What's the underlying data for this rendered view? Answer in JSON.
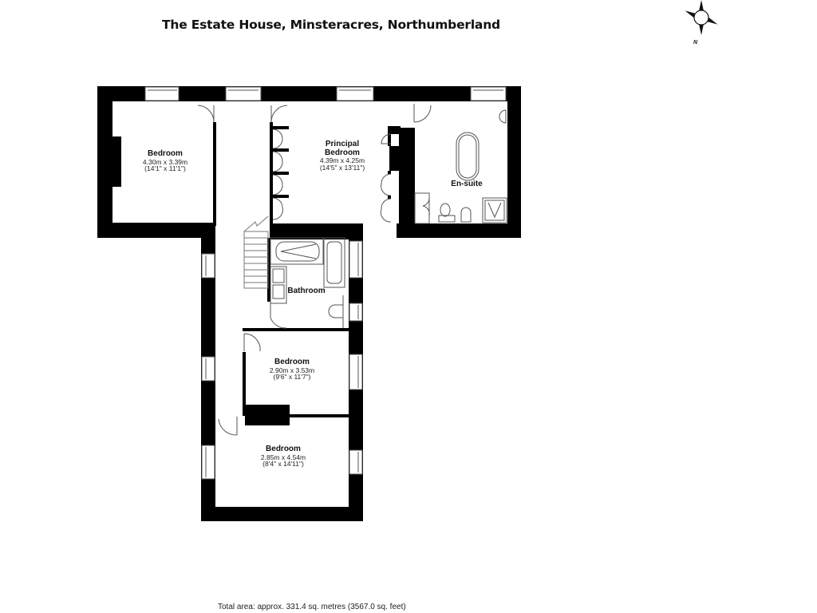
{
  "header": {
    "title": "The Estate House, Minsteracres, Northumberland"
  },
  "compass": {
    "icon": "compass-rose-icon",
    "north_label": "N"
  },
  "rooms": [
    {
      "id": "bedroom-1",
      "name": "Bedroom",
      "metric": "4.30m x 3.39m",
      "imperial": "(14'1\" x 11'1\")"
    },
    {
      "id": "principal-bedroom",
      "name": "Principal",
      "name2": "Bedroom",
      "metric": "4.39m x 4.25m",
      "imperial": "(14'5\" x 13'11\")"
    },
    {
      "id": "en-suite",
      "name": "En-suite"
    },
    {
      "id": "bathroom",
      "name": "Bathroom"
    },
    {
      "id": "bedroom-2",
      "name": "Bedroom",
      "metric": "2.90m x 3.53m",
      "imperial": "(9'6\" x 11'7\")"
    },
    {
      "id": "bedroom-3",
      "name": "Bedroom",
      "metric": "2.85m x 4.54m",
      "imperial": "(8'4\" x 14'11\")"
    }
  ],
  "footer": {
    "total_area": "Total area: approx. 331.4 sq. metres (3567.0 sq. feet)"
  },
  "colors": {
    "wall": "#000000",
    "fixture_line": "#555555",
    "background": "#ffffff"
  }
}
